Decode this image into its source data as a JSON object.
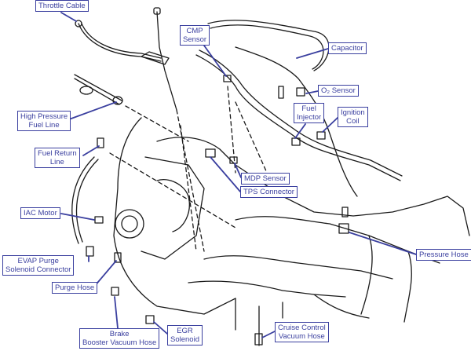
{
  "diagram": {
    "accent_color": "#3a3f9f",
    "line_color": "#1a1a1a",
    "labels": {
      "throttle_cable": [
        "Throttle Cable"
      ],
      "cmp_sensor": [
        "CMP",
        "Sensor"
      ],
      "capacitor": [
        "Capacitor"
      ],
      "o2_sensor": [
        "O₂ Sensor"
      ],
      "high_pressure_fuel_line": [
        "High Pressure",
        "Fuel Line"
      ],
      "fuel_injector": [
        "Fuel",
        "Injector"
      ],
      "ignition_coil": [
        "Ignition",
        "Coil"
      ],
      "fuel_return_line": [
        "Fuel Return",
        "Line"
      ],
      "mdp_sensor": [
        "MDP Sensor"
      ],
      "tps_connector": [
        "TPS Connector"
      ],
      "iac_motor": [
        "IAC Motor"
      ],
      "pressure_hose": [
        "Pressure Hose"
      ],
      "evap_purge_solenoid_connector": [
        "EVAP Purge",
        "Solenoid Connector"
      ],
      "purge_hose": [
        "Purge Hose"
      ],
      "brake_booster_vacuum_hose": [
        "Brake",
        "Booster Vacuum Hose"
      ],
      "egr_solenoid": [
        "EGR",
        "Solenoid"
      ],
      "cruise_control_vacuum_hose": [
        "Cruise Control",
        "Vacuum Hose"
      ]
    }
  }
}
